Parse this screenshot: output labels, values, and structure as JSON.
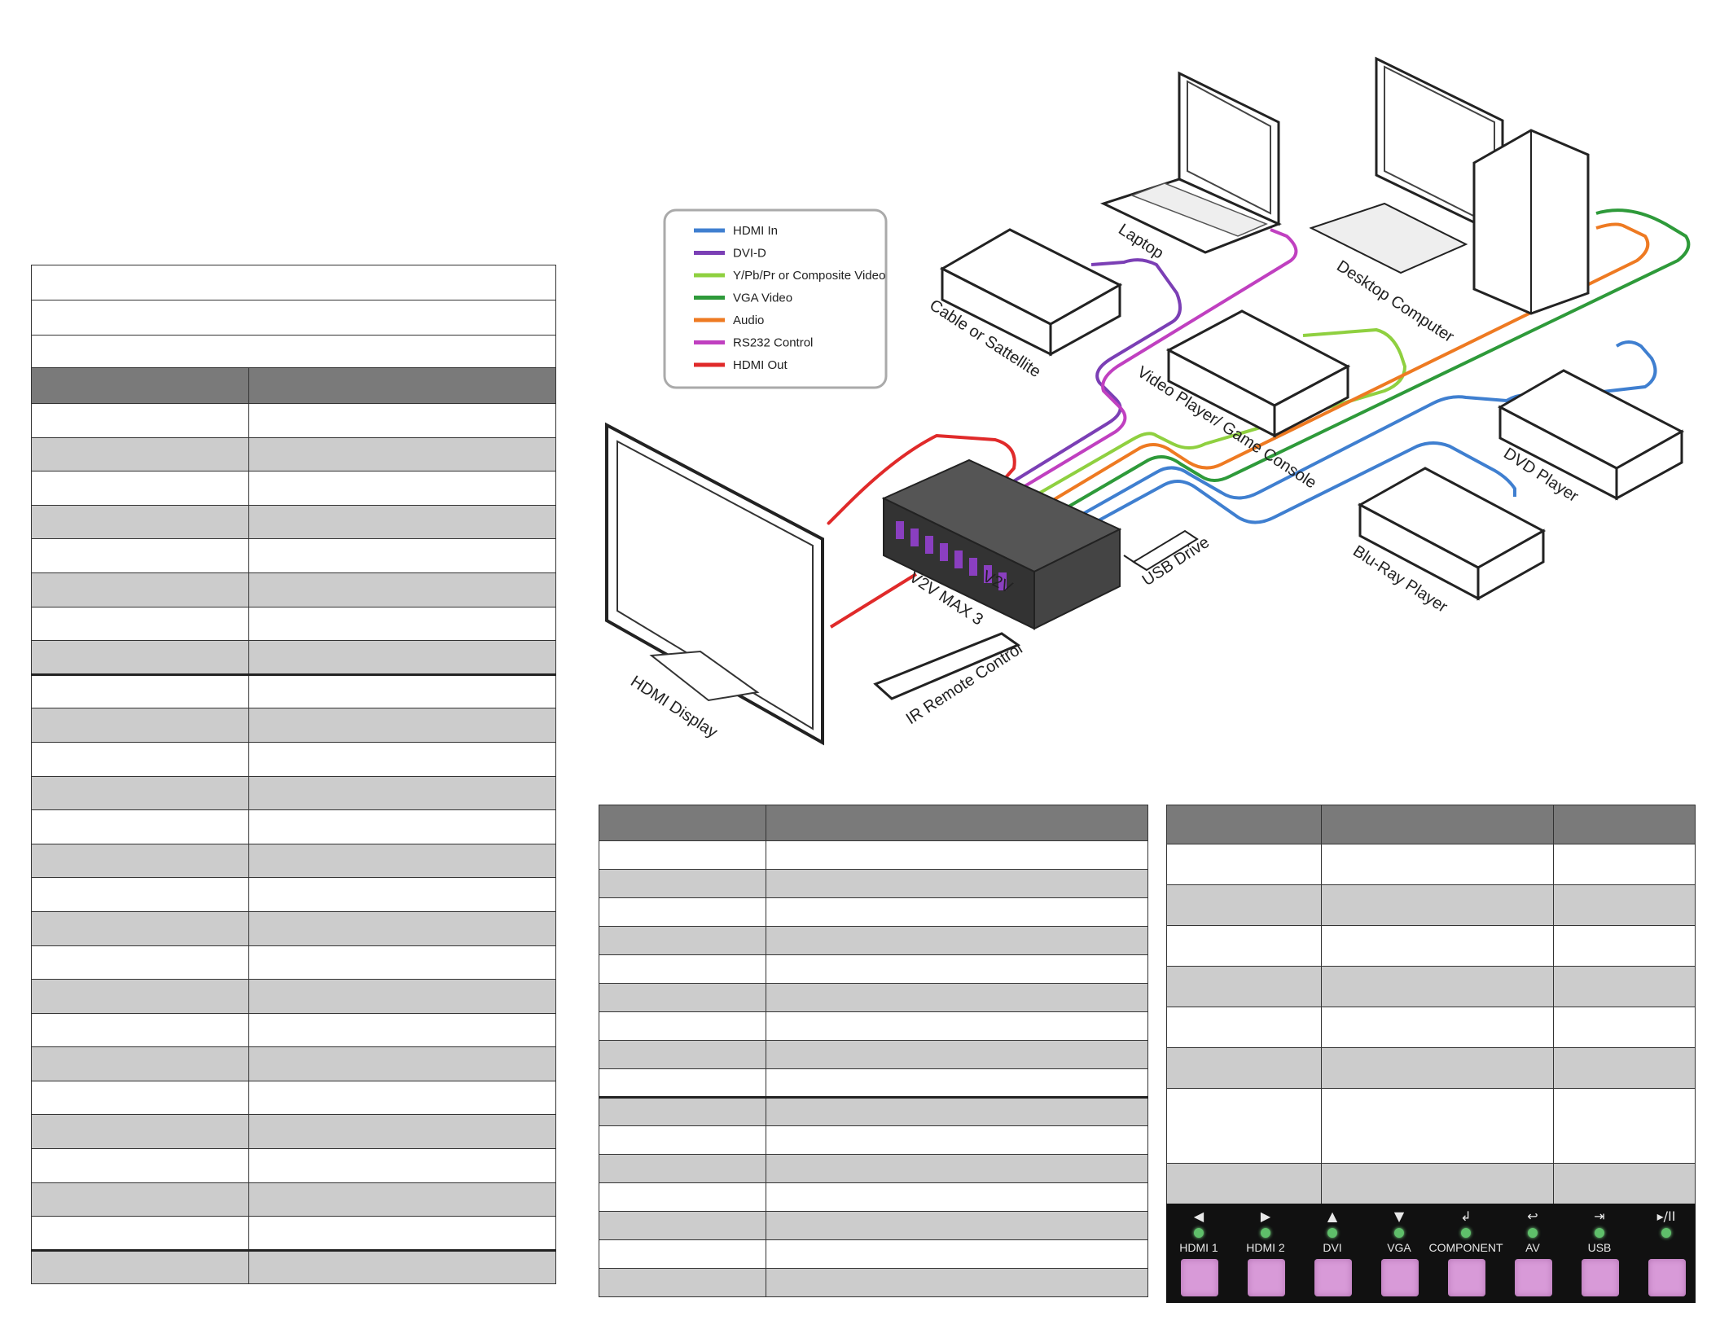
{
  "legend": {
    "items": [
      {
        "label": "HDMI In",
        "color": "#3f7fd0"
      },
      {
        "label": "DVI-D",
        "color": "#7b3fb5"
      },
      {
        "label": "Y/Pb/Pr or Composite Video",
        "color": "#8fd040"
      },
      {
        "label": "VGA Video",
        "color": "#2e9a3a"
      },
      {
        "label": "Audio",
        "color": "#ee7a22"
      },
      {
        "label": "RS232 Control",
        "color": "#c040c0"
      },
      {
        "label": "HDMI Out",
        "color": "#e02a2a"
      }
    ]
  },
  "diagram": {
    "labels": {
      "laptop": "Laptop",
      "desktop": "Desktop Computer",
      "cable": "Cable or Sattellite",
      "video_player": "Video Player/ Game Console",
      "dvd": "DVD Player",
      "bluray": "Blu-Ray Player",
      "usb": "USB Drive",
      "v2v": "V2V MAX 3",
      "remote": "IR Remote Control",
      "display": "HDMI Display",
      "device_brand": "V2V"
    }
  },
  "left_table": {
    "title_rows": [
      "",
      "",
      ""
    ],
    "header": [
      "",
      ""
    ],
    "rows": 26
  },
  "mid_table": {
    "header": [
      "",
      ""
    ],
    "rows": 16
  },
  "right_table": {
    "header": [
      "",
      "",
      ""
    ],
    "rows": 8
  },
  "button_strip": {
    "buttons": [
      {
        "glyph": "◀",
        "label": "HDMI 1",
        "icon": "left-arrow-icon"
      },
      {
        "glyph": "▶",
        "label": "HDMI 2",
        "icon": "right-arrow-icon"
      },
      {
        "glyph": "▲",
        "label": "DVI",
        "icon": "up-arrow-icon"
      },
      {
        "glyph": "▼",
        "label": "VGA",
        "icon": "down-arrow-icon"
      },
      {
        "glyph": "↲",
        "label": "COMPONENT",
        "icon": "enter-icon"
      },
      {
        "glyph": "↩",
        "label": "AV",
        "icon": "return-icon"
      },
      {
        "glyph": "⇥",
        "label": "USB",
        "icon": "exit-icon"
      },
      {
        "glyph": "▸/II",
        "label": "",
        "icon": "play-pause-icon"
      }
    ]
  }
}
